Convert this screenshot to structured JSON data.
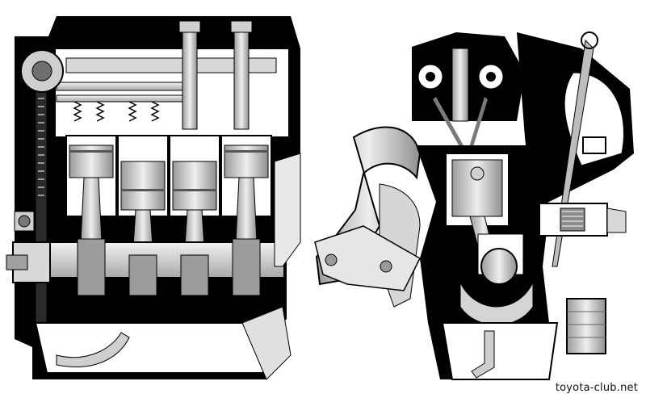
{
  "watermark": {
    "text": "toyota-club.net"
  },
  "colors": {
    "background": "#ffffff",
    "ink": "#000000",
    "metal_light": "#e6e6e6",
    "metal_mid": "#bdbdbd",
    "metal_dark": "#8a8a8a"
  },
  "views": [
    "side-section",
    "end-section"
  ]
}
